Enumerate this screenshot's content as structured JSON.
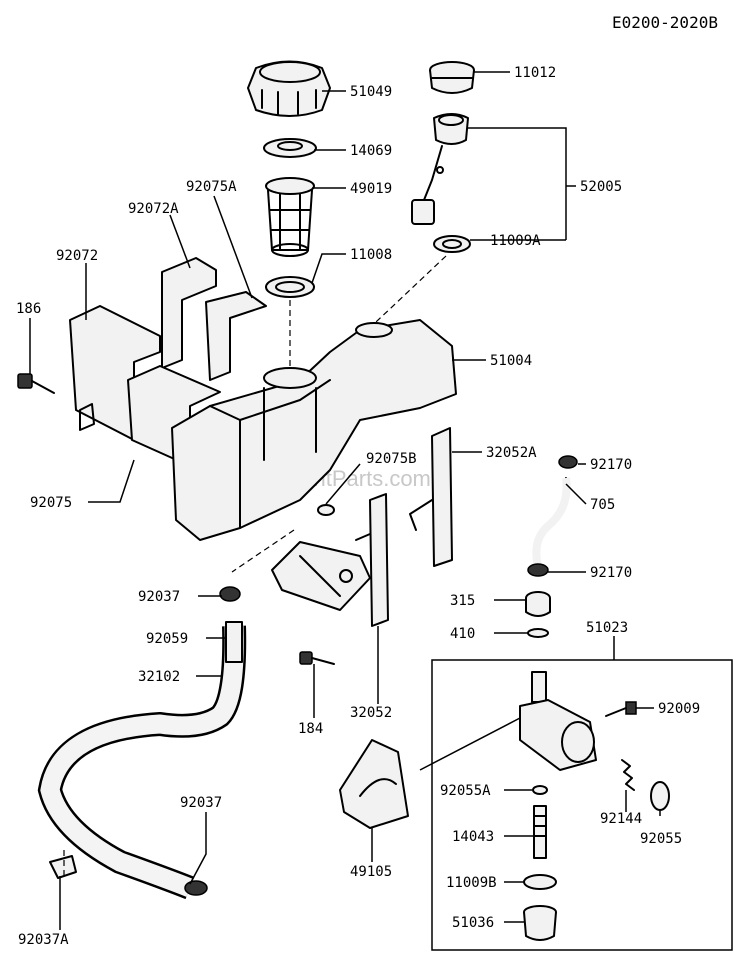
{
  "diagram_code": "E0200-2020B",
  "watermark": "eReplacementParts.com",
  "callouts": {
    "p51049": "51049",
    "p14069": "14069",
    "p49019": "49019",
    "p11008": "11008",
    "p11012": "11012",
    "p52005": "52005",
    "p11009A": "11009A",
    "p92075A": "92075A",
    "p92072A": "92072A",
    "p92072": "92072",
    "p186": "186",
    "p51004": "51004",
    "p92075B": "92075B",
    "p32052A": "32052A",
    "p92170a": "92170",
    "p705": "705",
    "p92170b": "92170",
    "p92075": "92075",
    "p92037a": "92037",
    "p315": "315",
    "p410": "410",
    "p51023": "51023",
    "p92059": "92059",
    "p32102": "32102",
    "p184": "184",
    "p32052": "32052",
    "p92009": "92009",
    "p92055A": "92055A",
    "p92144": "92144",
    "p92055": "92055",
    "p14043": "14043",
    "p49105": "49105",
    "p92037b": "92037",
    "p11009B": "11009B",
    "p51036": "51036",
    "p92037A": "92037A"
  }
}
